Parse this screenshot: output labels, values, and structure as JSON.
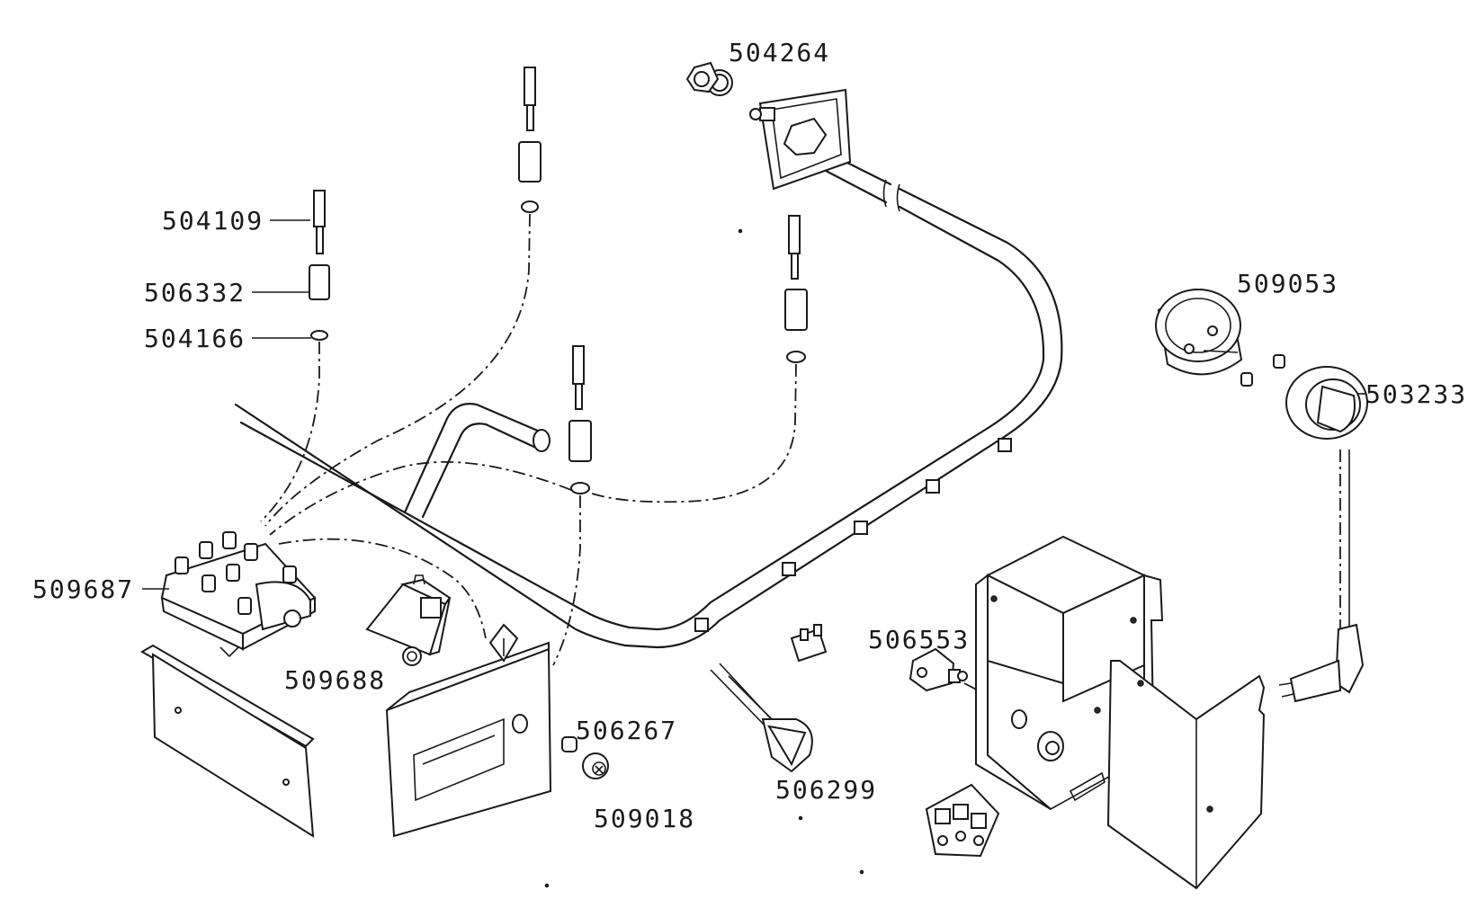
{
  "diagram": {
    "part_numbers": {
      "p504264": "504264",
      "p504109": "504109",
      "p506332": "506332",
      "p504166": "504166",
      "p509053": "509053",
      "p503233": "503233",
      "p509687": "509687",
      "p509688": "509688",
      "p506553": "506553",
      "p506267": "506267",
      "p509018": "509018",
      "p506299": "506299"
    }
  }
}
